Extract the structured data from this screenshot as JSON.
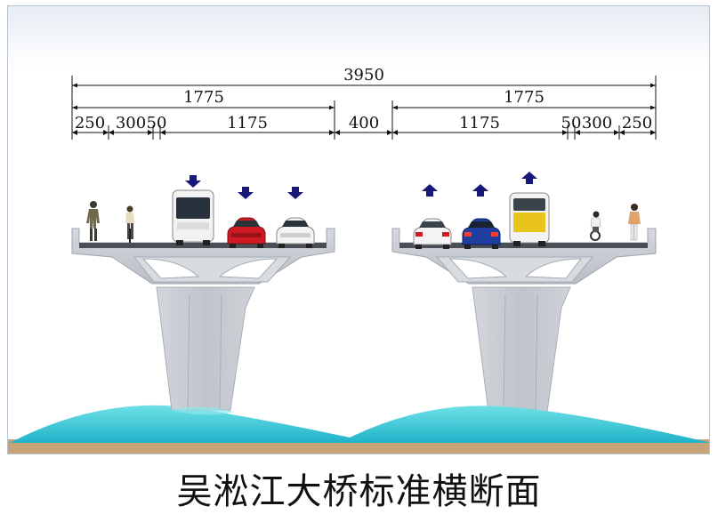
{
  "dimensions": {
    "total": "3950",
    "left_half": "1775",
    "right_half": "1775",
    "left_segments": [
      "250",
      "300",
      "50",
      "1175"
    ],
    "median": "400",
    "right_segments": [
      "1175",
      "50",
      "300",
      "250"
    ]
  },
  "caption": "吴淞江大桥标准横断面",
  "colors": {
    "girder": "#c8ccd2",
    "pier": "#c2c7ce",
    "water": "#38c8d6",
    "ground": "#c8a37a",
    "arrow": "#17187a",
    "bus_body": "#f2f2f2",
    "bus_accent": "#e8c41c",
    "car_red": "#d01a23",
    "car_blue": "#1e3fa0",
    "car_white": "#f3f3f3"
  }
}
